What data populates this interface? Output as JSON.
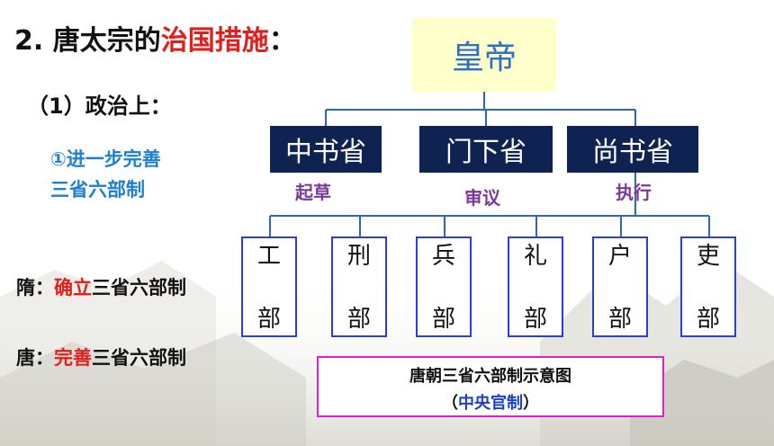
{
  "title": {
    "prefix": "2. 唐太宗的",
    "highlight": "治国措施",
    "suffix": "："
  },
  "subheading": "（1）政治上：",
  "note": {
    "line1": "①进一步完善",
    "line2": "三省六部制"
  },
  "sui": {
    "prefix": "隋：",
    "highlight": "确立",
    "suffix": "三省六部制"
  },
  "tang": {
    "prefix": "唐：",
    "highlight": "完善",
    "suffix": "三省六部制"
  },
  "diagram": {
    "emperor": "皇帝",
    "departments": [
      {
        "name": "中书省",
        "role": "起草"
      },
      {
        "name": "门下省",
        "role": "审议"
      },
      {
        "name": "尚书省",
        "role": "执行"
      }
    ],
    "ministries": [
      {
        "top": "工",
        "bottom": "部"
      },
      {
        "top": "刑",
        "bottom": "部"
      },
      {
        "top": "兵",
        "bottom": "部"
      },
      {
        "top": "礼",
        "bottom": "部"
      },
      {
        "top": "户",
        "bottom": "部"
      },
      {
        "top": "吏",
        "bottom": "部"
      }
    ]
  },
  "caption": {
    "line1": "唐朝三省六部制示意图",
    "open": "（",
    "highlight": "中央官制",
    "close": "）"
  },
  "colors": {
    "accent_red": "#e0201c",
    "dept_fill": "#0f2353",
    "emperor_fill": "#ffffcc",
    "emperor_text": "#2a6fc9",
    "role_text": "#7a3a9a",
    "ministry_border": "#2b3fd8",
    "caption_border": "#e020d0"
  }
}
